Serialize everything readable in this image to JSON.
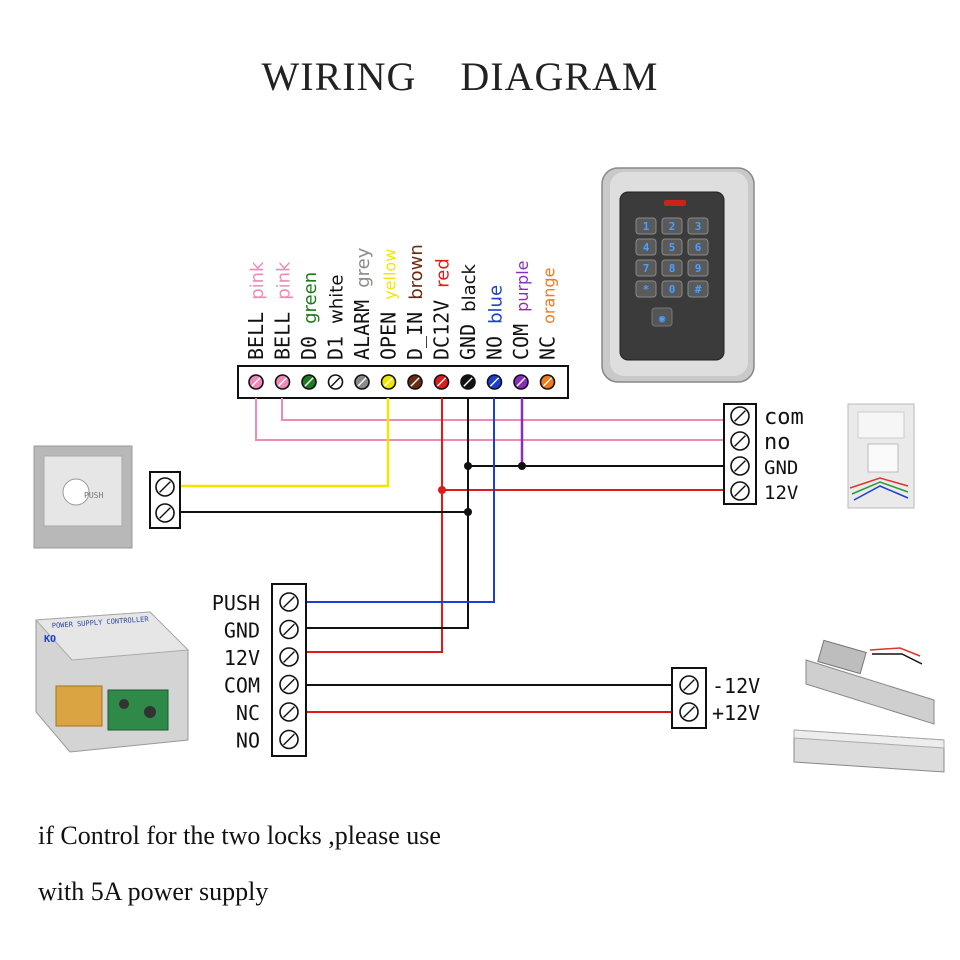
{
  "title": "WIRING    DIAGRAM",
  "reader_terminals": [
    {
      "pin": "BELL",
      "wire": "pink",
      "color": "#ef8ab8"
    },
    {
      "pin": "BELL",
      "wire": "pink",
      "color": "#ef8ab8"
    },
    {
      "pin": "D0",
      "wire": "green",
      "color": "#1e7a1e"
    },
    {
      "pin": "D1",
      "wire": "white",
      "color": "#ffffff"
    },
    {
      "pin": "ALARM",
      "wire": "grey",
      "color": "#8a8a8a"
    },
    {
      "pin": "OPEN",
      "wire": "yellow",
      "color": "#f2e600"
    },
    {
      "pin": "D_IN",
      "wire": "brown",
      "color": "#6b2a10"
    },
    {
      "pin": "DC12V",
      "wire": "red",
      "color": "#e01919"
    },
    {
      "pin": "GND",
      "wire": "black",
      "color": "#111111"
    },
    {
      "pin": "NO",
      "wire": "blue",
      "color": "#1a3fd1"
    },
    {
      "pin": "COM",
      "wire": "purple",
      "color": "#8b2bbf"
    },
    {
      "pin": "NC",
      "wire": "orange",
      "color": "#f07a1a"
    }
  ],
  "doorbell_terminals": [
    "com",
    "no",
    "GND",
    "12V"
  ],
  "power_supply_terminals": [
    "PUSH",
    "GND",
    "12V",
    "COM",
    "NC",
    "NO"
  ],
  "lock_terminals": [
    "-12V",
    "+12V"
  ],
  "keypad_keys": [
    "1",
    "2",
    "3",
    "4",
    "5",
    "6",
    "7",
    "8",
    "9",
    "*",
    "0",
    "#"
  ],
  "psu_label": "POWER SUPPLY CONTROLLER",
  "psu_brand": "KO",
  "exit_button_label": "PUSH",
  "note_line1": "if Control for the two locks ,please use",
  "note_line2": "with 5A power supply",
  "colors": {
    "pink": "#ef8ab8",
    "yellow": "#f2e600",
    "red": "#e01919",
    "black": "#111111",
    "blue": "#1a3fd1",
    "purple": "#8b2bbf"
  }
}
